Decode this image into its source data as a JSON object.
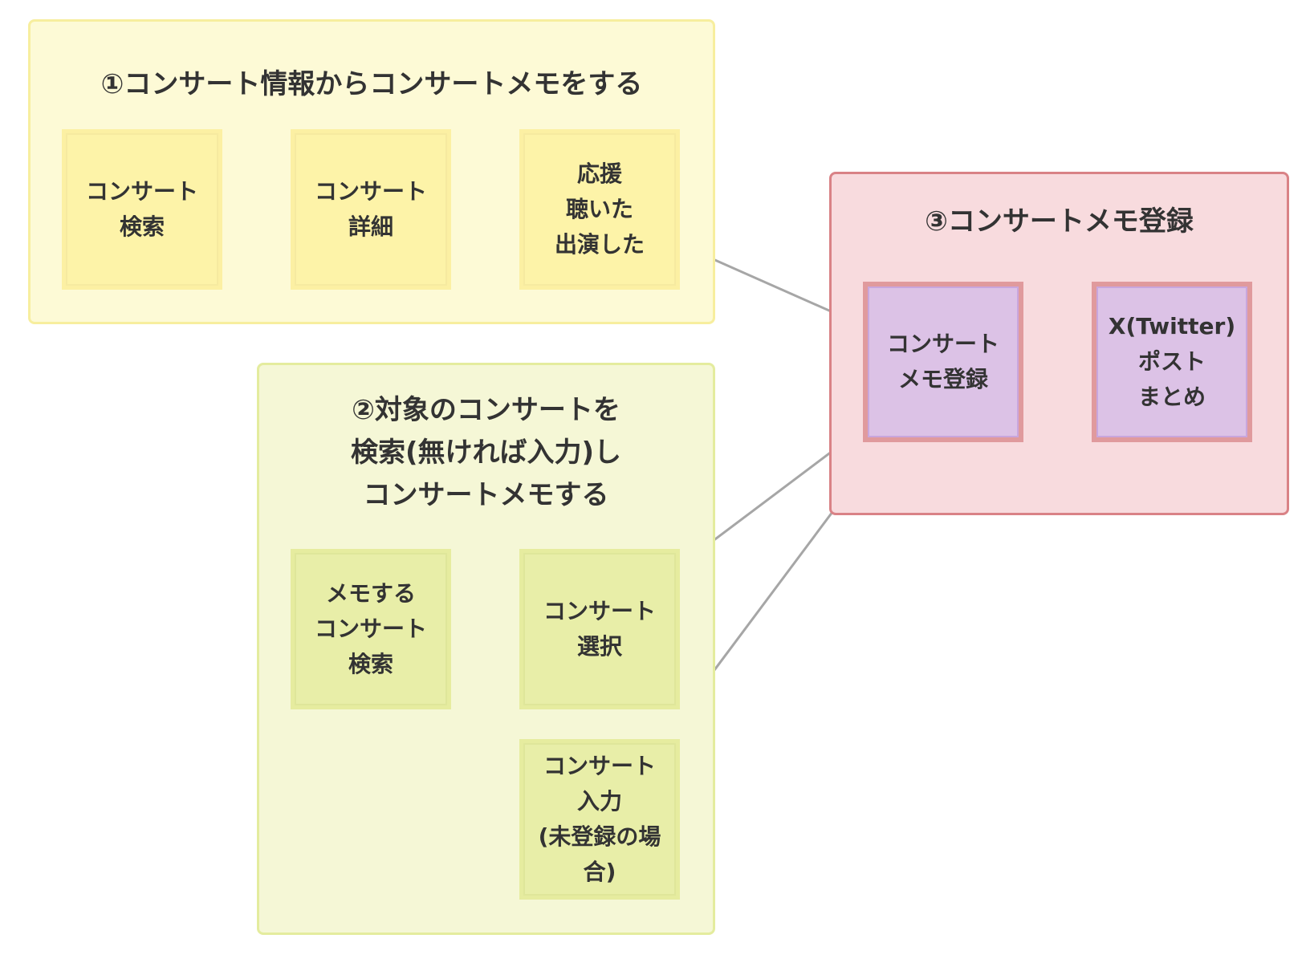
{
  "groups": {
    "g1": {
      "title": "①コンサート情報からコンサートメモをする"
    },
    "g2": {
      "title_lines": [
        "②対象のコンサートを",
        "検索(無ければ入力)し",
        "コンサートメモする"
      ]
    },
    "g3": {
      "title": "③コンサートメモ登録"
    }
  },
  "nodes": {
    "search": {
      "lines": [
        "コンサート",
        "検索"
      ]
    },
    "detail": {
      "lines": [
        "コンサート",
        "詳細"
      ]
    },
    "cheer": {
      "lines": [
        "応援",
        "聴いた",
        "出演した"
      ]
    },
    "memo_search": {
      "lines": [
        "メモする",
        "コンサート",
        "検索"
      ]
    },
    "select": {
      "lines": [
        "コンサート",
        "選択"
      ]
    },
    "input": {
      "lines": [
        "コンサート",
        "入力",
        "(未登録の場",
        "合)"
      ]
    },
    "register": {
      "lines": [
        "コンサート",
        "メモ登録"
      ]
    },
    "post": {
      "lines": [
        "X(Twitter)",
        "ポスト",
        "まとめ"
      ]
    }
  },
  "colors": {
    "edge": "#a6a6a6",
    "group1_fill": "#fdfad6",
    "group2_fill": "#f5f7d6",
    "group3_fill": "#f8dbde",
    "purple_node": "#dcc2e6"
  }
}
